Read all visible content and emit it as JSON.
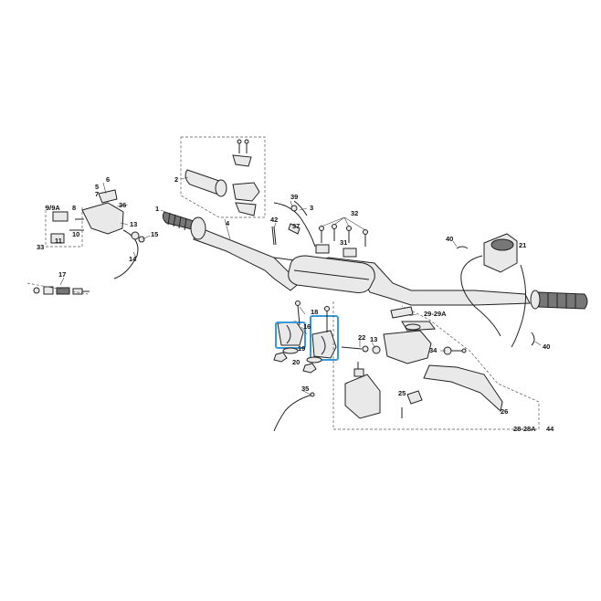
{
  "labels": {
    "l1": "1",
    "l2": "2",
    "l3": "3",
    "l4": "4",
    "l5": "5",
    "l6": "6",
    "l7": "7",
    "l8": "8",
    "l9": "9/9A",
    "l10": "10",
    "l11": "11",
    "l13a": "13",
    "l14": "14",
    "l15": "15",
    "l16": "16",
    "l17": "17",
    "l18": "18",
    "l19": "19",
    "l20": "20",
    "l21": "21",
    "l22": "22",
    "l13b": "13",
    "l25": "25",
    "l26": "26",
    "l28": "28-28A",
    "l29": "29-29A",
    "l31": "31",
    "l32": "32",
    "l33": "33",
    "l34": "34",
    "l35": "35",
    "l36": "36",
    "l37": "37",
    "l39": "39",
    "l40a": "40",
    "l40b": "40",
    "l42": "42",
    "l44": "44"
  },
  "colors": {
    "highlight": "#3a9ad9",
    "ink": "#222222",
    "fill": "#e9e9e9"
  }
}
